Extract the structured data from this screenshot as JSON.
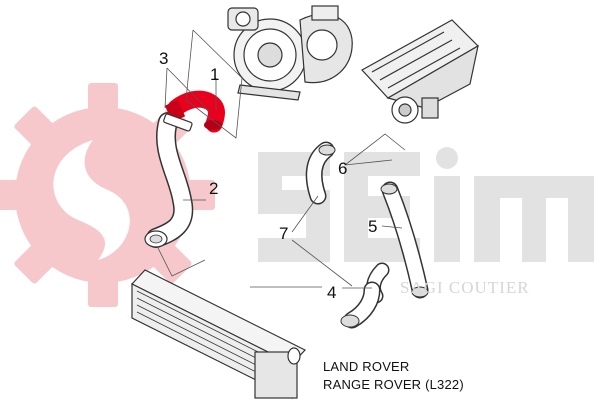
{
  "callouts": {
    "c1": "1",
    "c2": "2",
    "c3": "3",
    "c4": "4",
    "c5": "5",
    "c6": "6",
    "c7": "7"
  },
  "caption": {
    "line1": "LAND ROVER",
    "line2": "RANGE ROVER (L322)"
  },
  "watermark": {
    "brand": "Seim",
    "subtitle": "SAGI COUTIER"
  },
  "colors": {
    "highlight_part": "#e8001c",
    "gear_logo": "#f6c8cc",
    "watermark_gray": "#e2e2e2",
    "line_art": "#333333"
  },
  "icons": [
    "gear-logo-icon",
    "turbocharger-icon",
    "intake-manifold-icon",
    "intercooler-icon"
  ]
}
